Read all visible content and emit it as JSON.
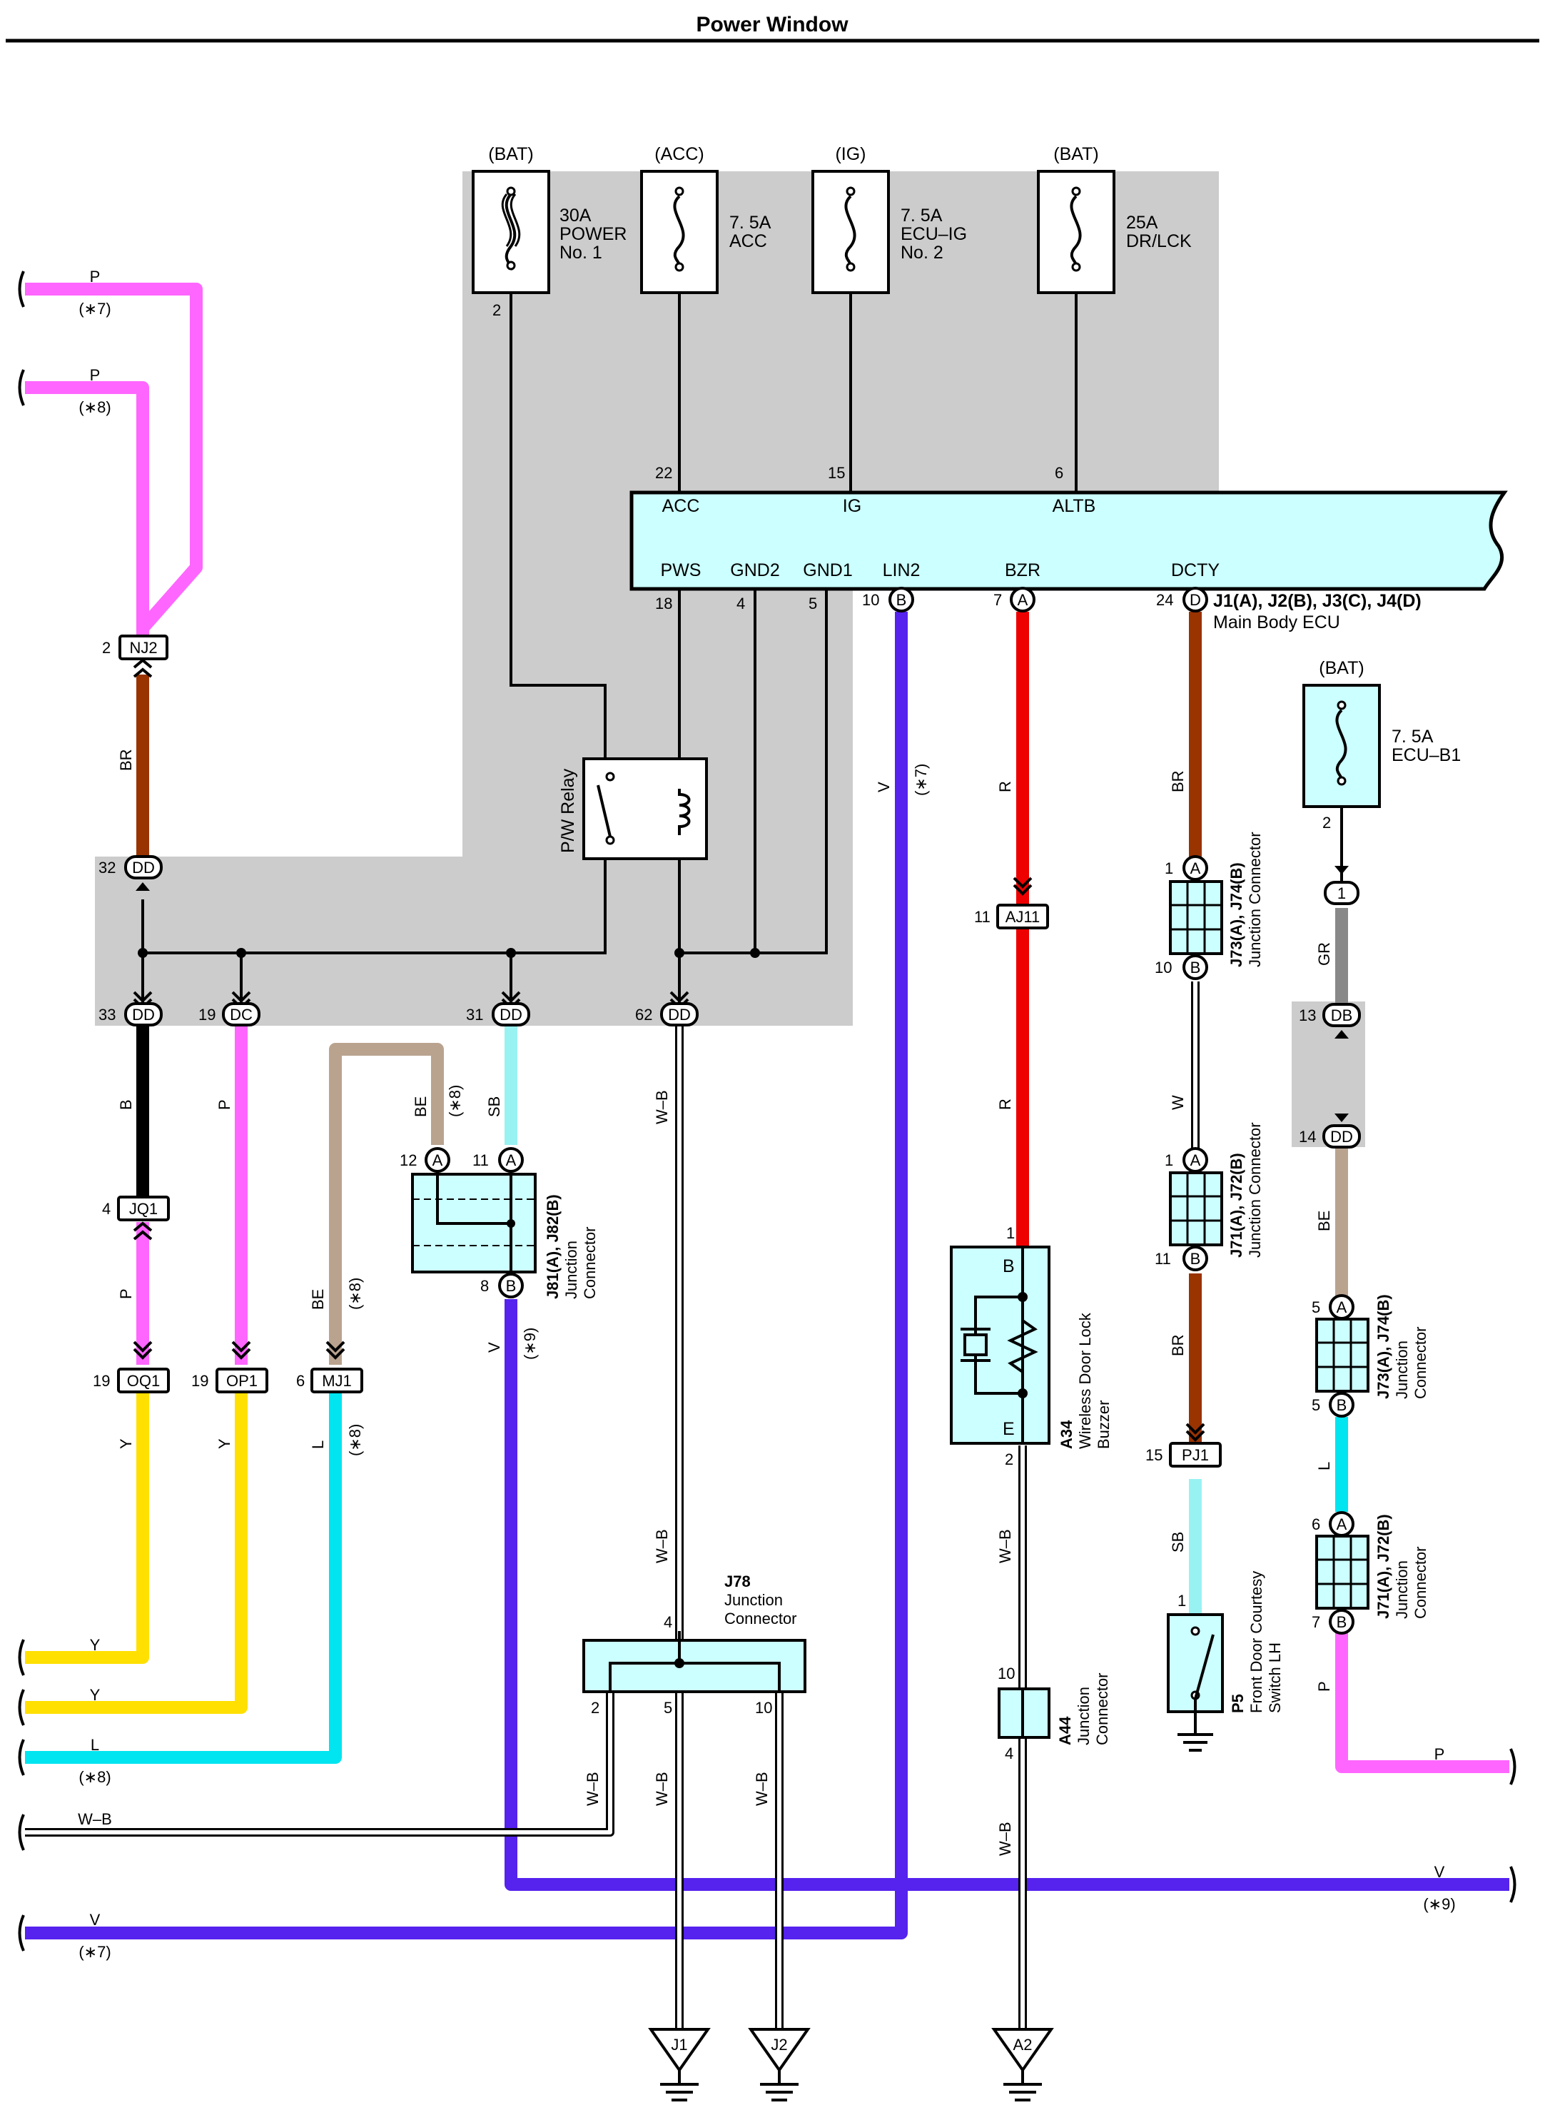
{
  "title": "Power Window",
  "colors": {
    "P": "#ff66ff",
    "BR": "#993300",
    "B": "#000000",
    "Y": "#ffe000",
    "L": "#00e5f0",
    "SB": "#99f2f2",
    "BE": "#b9a38f",
    "V": "#5522ee",
    "R": "#ee0000",
    "GR": "#888888",
    "WB": "#ffffff",
    "shade": "#cccccc",
    "component": "#ccffff"
  },
  "fuses": {
    "f1": {
      "src": "(BAT)",
      "l1": "30A",
      "l2": "POWER",
      "l3": "No. 1",
      "pin": "2"
    },
    "f2": {
      "src": "(ACC)",
      "l1": "7. 5A",
      "l2": "ACC"
    },
    "f3": {
      "src": "(IG)",
      "l1": "7. 5A",
      "l2": "ECU–IG",
      "l3": "No. 2"
    },
    "f4": {
      "src": "(BAT)",
      "l1": "25A",
      "l2": "DR/LCK"
    },
    "f5": {
      "src": "(BAT)",
      "l1": "7. 5A",
      "l2": "ECU–B1",
      "pin": "2"
    }
  },
  "ecu": {
    "name": "Main Body ECU",
    "code": "J1(A), J2(B), J3(C), J4(D)",
    "terminals": {
      "acc": {
        "label": "ACC",
        "pin": "22"
      },
      "ig": {
        "label": "IG",
        "pin": "15"
      },
      "altb": {
        "label": "ALTB",
        "pin": "6"
      },
      "pws": {
        "label": "PWS",
        "pin": "18"
      },
      "gnd2": {
        "label": "GND2",
        "pin": "4"
      },
      "gnd1": {
        "label": "GND1",
        "pin": "5"
      },
      "lin2": {
        "label": "LIN2",
        "pin": "10",
        "conn": "B"
      },
      "bzr": {
        "label": "BZR",
        "pin": "7",
        "conn": "A"
      },
      "dcty": {
        "label": "DCTY",
        "pin": "24",
        "conn": "D"
      }
    }
  },
  "relay": {
    "name": "P/W Relay"
  },
  "connectors": {
    "nj2": {
      "code": "NJ2",
      "pin": "2"
    },
    "dd32": {
      "code": "DD",
      "pin": "32"
    },
    "dd33": {
      "code": "DD",
      "pin": "33"
    },
    "dc19": {
      "code": "DC",
      "pin": "19"
    },
    "dd31": {
      "code": "DD",
      "pin": "31"
    },
    "dd62": {
      "code": "DD",
      "pin": "62"
    },
    "jq1": {
      "code": "JQ1",
      "pin": "4"
    },
    "oq1": {
      "code": "OQ1",
      "pin": "19"
    },
    "op1": {
      "code": "OP1",
      "pin": "19"
    },
    "mj1": {
      "code": "MJ1",
      "pin": "6"
    },
    "aj11": {
      "code": "AJ11",
      "pin": "11"
    },
    "pj1": {
      "code": "PJ1",
      "pin": "15"
    },
    "c1": {
      "code": "1"
    },
    "db13": {
      "code": "DB",
      "pin": "13"
    },
    "dd14": {
      "code": "DD",
      "pin": "14"
    }
  },
  "junctions": {
    "j81": {
      "code": "J81(A), J82(B)",
      "l1": "Junction",
      "l2": "Connector",
      "pinA1": "12",
      "pinA2": "11",
      "pinB": "8",
      "a": "A",
      "b": "B"
    },
    "j73a": {
      "code": "J73(A), J74(B)",
      "name": "Junction Connector",
      "pinA": "1",
      "pinB": "10",
      "a": "A",
      "b": "B"
    },
    "j71a": {
      "code": "J71(A), J72(B)",
      "name": "Junction Connector",
      "pinA": "1",
      "pinB": "11",
      "a": "A",
      "b": "B"
    },
    "j73b": {
      "code": "J73(A), J74(B)",
      "l1": "Junction",
      "l2": "Connector",
      "pinA": "5",
      "pinB": "5",
      "a": "A",
      "b": "B"
    },
    "j71b": {
      "code": "J71(A), J72(B)",
      "l1": "Junction",
      "l2": "Connector",
      "pinA": "6",
      "pinB": "7",
      "a": "A",
      "b": "B"
    },
    "j78": {
      "code": "J78",
      "l1": "Junction",
      "l2": "Connector",
      "pinTop": "4",
      "pinL": "2",
      "pinM": "5",
      "pinR": "10"
    },
    "a44": {
      "code": "A44",
      "l1": "Junction",
      "l2": "Connector",
      "pinTop": "10",
      "pinBot": "4"
    }
  },
  "buzzer": {
    "code": "A34",
    "l1": "Wireless Door Lock",
    "l2": "Buzzer",
    "pinTop": "1",
    "pinBot": "2",
    "b": "B",
    "e": "E"
  },
  "switch": {
    "code": "P5",
    "l1": "Front Door Courtesy",
    "l2": "Switch LH",
    "pin": "1"
  },
  "grounds": {
    "g1": "J1",
    "g2": "J2",
    "g3": "A2"
  },
  "wire_labels": {
    "p": "P",
    "br": "BR",
    "b": "B",
    "y": "Y",
    "l": "L",
    "sb": "SB",
    "be": "BE",
    "v": "V",
    "r": "R",
    "w": "W",
    "gr": "GR",
    "wb": "W–B",
    "n7": "(∗7)",
    "n8": "(∗8)",
    "n9": "(∗9)"
  }
}
